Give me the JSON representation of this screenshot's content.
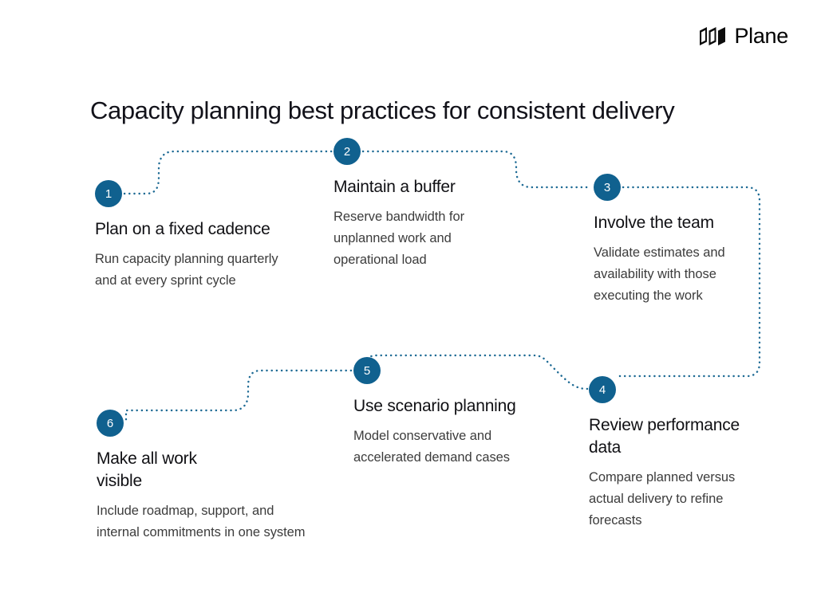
{
  "brand": {
    "name": "Plane",
    "logo_icon": "plane-parallelogram-logo-icon",
    "logo_color": "#000000"
  },
  "page": {
    "title": "Capacity planning best practices for consistent delivery",
    "background_color": "#ffffff",
    "heading_color": "#101014",
    "body_color": "#3c3c3c"
  },
  "theme": {
    "accent_color": "#10618f",
    "connector_color": "#1d6a94",
    "badge_text_color": "#ffffff"
  },
  "steps": [
    {
      "number": "1",
      "heading": "Plan on a fixed cadence",
      "body": "Run capacity planning quarterly and at every sprint cycle"
    },
    {
      "number": "2",
      "heading": "Maintain a buffer",
      "body": "Reserve bandwidth for unplanned work and operational load"
    },
    {
      "number": "3",
      "heading": "Involve the team",
      "body": "Validate estimates and availability with those executing the work"
    },
    {
      "number": "4",
      "heading": "Review performance data",
      "body": "Compare planned versus actual delivery to refine forecasts"
    },
    {
      "number": "5",
      "heading": "Use scenario planning",
      "body": "Model conservative and accelerated demand cases"
    },
    {
      "number": "6",
      "heading": "Make all work visible",
      "body": "Include roadmap, support, and internal commitments in one system"
    }
  ]
}
